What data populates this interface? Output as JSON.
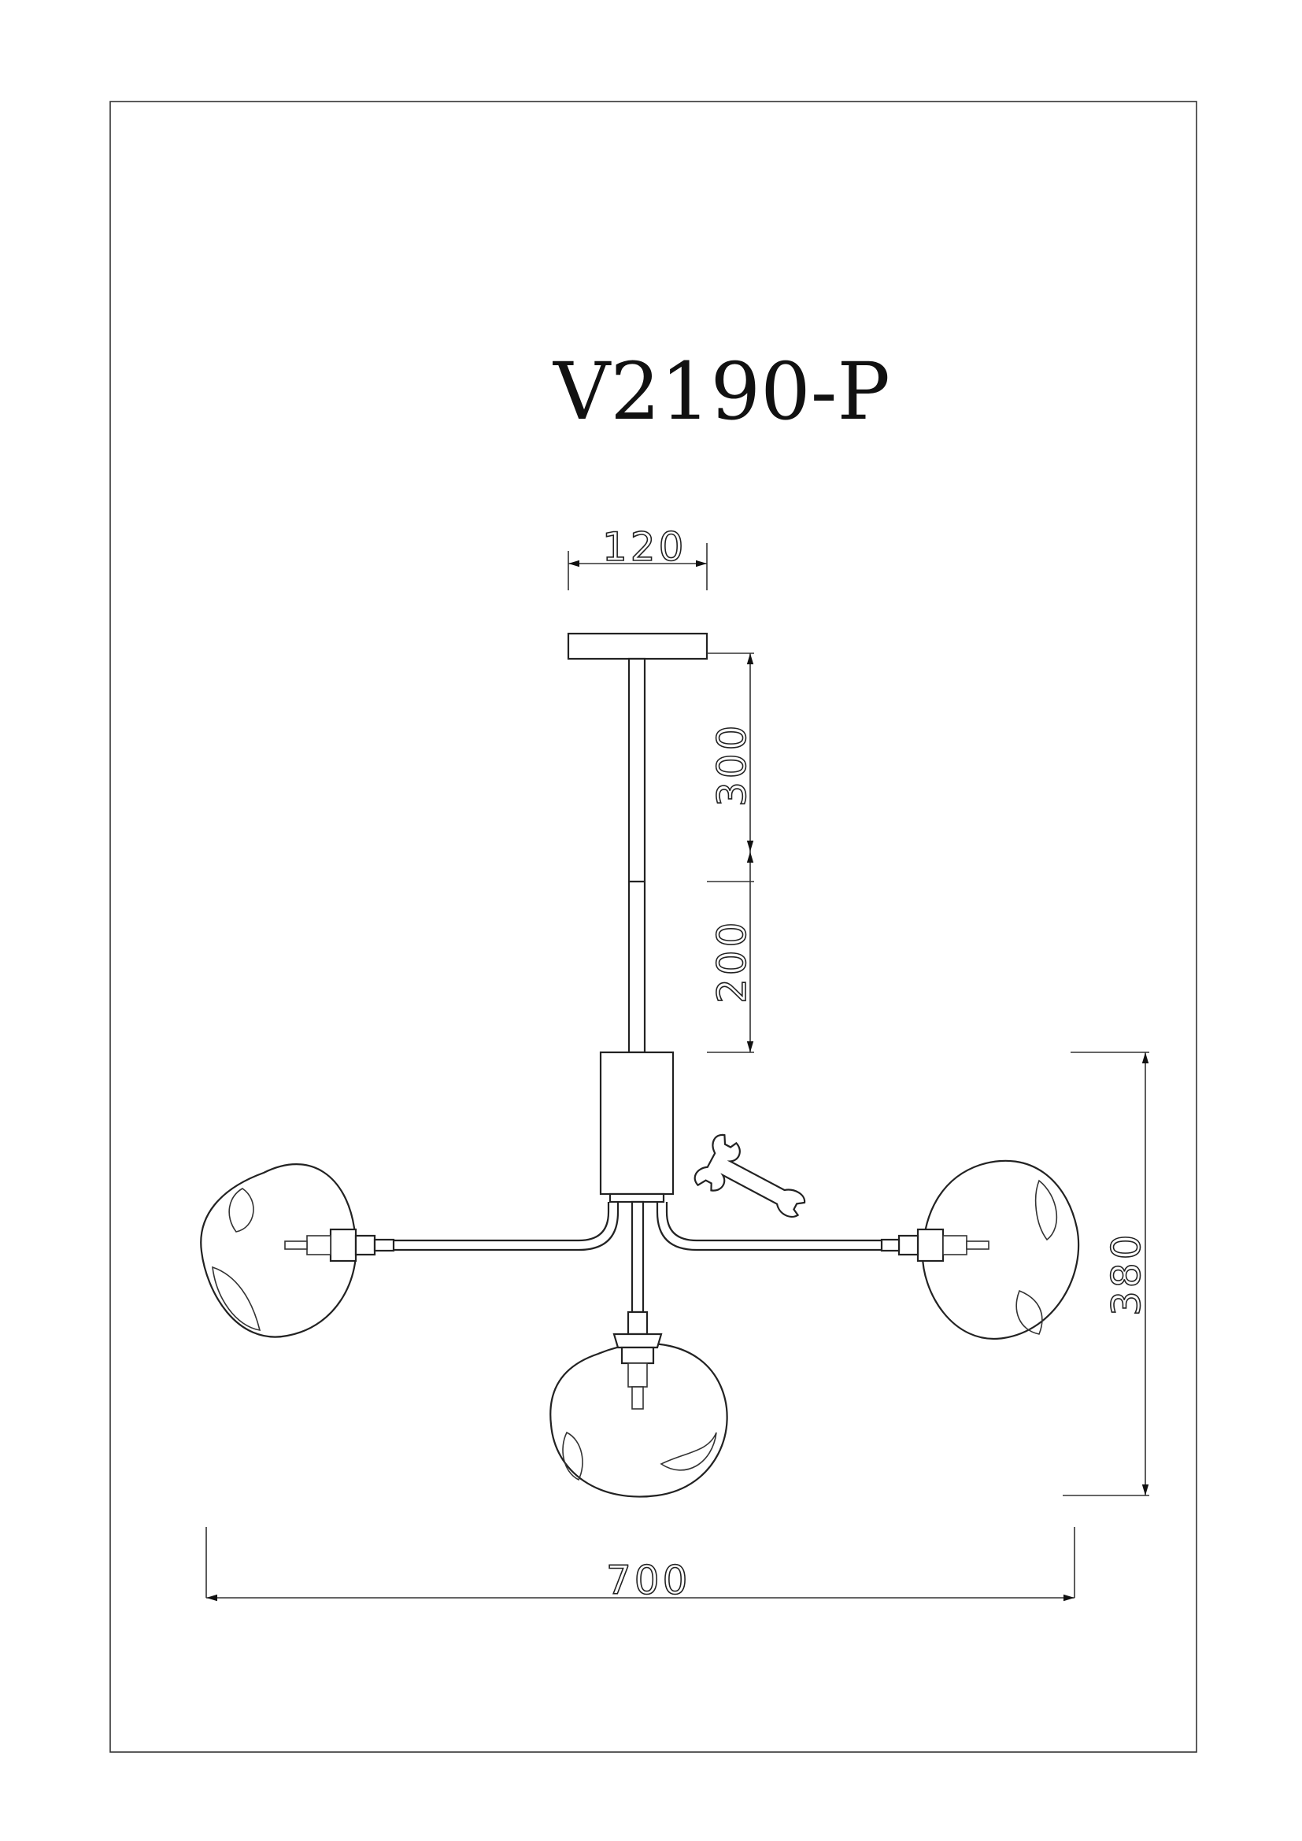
{
  "title": "V2190-P",
  "dimensions": {
    "canopy_width": "120",
    "rod_upper": "300",
    "rod_lower": "200",
    "total_height": "380",
    "total_width": "700"
  },
  "colors": {
    "line": "#222222",
    "background": "#ffffff"
  },
  "icons": [
    "wrench-icon"
  ]
}
